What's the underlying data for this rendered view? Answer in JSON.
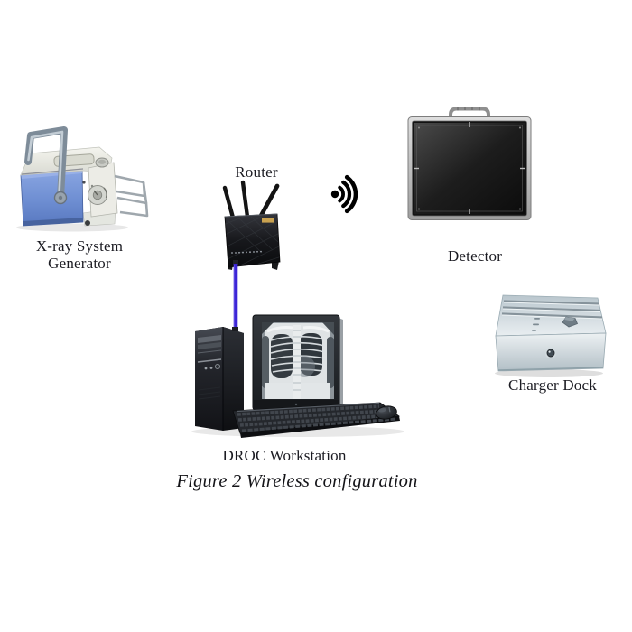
{
  "figure": {
    "caption": "Figure 2 Wireless configuration"
  },
  "labels": {
    "generator_line1": "X-ray System",
    "generator_line2": "Generator",
    "router": "Router",
    "detector": "Detector",
    "charger_dock": "Charger Dock",
    "workstation": "DROC Workstation"
  },
  "icons": {
    "wifi": "wifi-signal-icon",
    "router_logo": "gold-logo-bar"
  },
  "connections": {
    "router_to_workstation": {
      "type": "wired-cable",
      "color": "#3a23d6"
    },
    "router_to_detector": {
      "type": "wireless-signal"
    }
  },
  "colors": {
    "cable_blue": "#3a23d6",
    "generator_blue": "#7291d4",
    "detector_black": "#141414",
    "dock_silver": "#cdd7dc",
    "label_text": "#1b1b22"
  }
}
